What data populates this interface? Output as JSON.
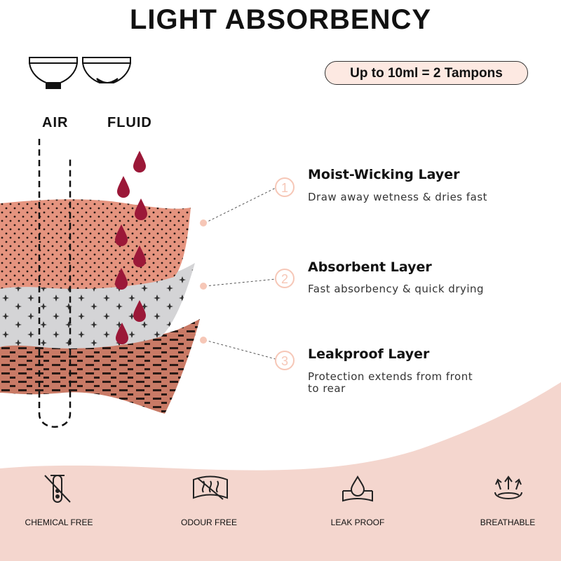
{
  "title": "LIGHT ABSORBENCY",
  "badge": "Up to 10ml = 2 Tampons",
  "columns": {
    "air": "AIR",
    "fluid": "FLUID"
  },
  "layers": [
    {
      "number": "1",
      "title": "Moist-Wicking Layer",
      "desc": "Draw away wetness & dries fast",
      "color": "#e5947f"
    },
    {
      "number": "2",
      "title": "Absorbent Layer",
      "desc": "Fast absorbency & quick drying",
      "color": "#d4d4d6"
    },
    {
      "number": "3",
      "title": "Leakproof Layer",
      "desc": "Protection extends from front to rear",
      "color": "#c97a66"
    }
  ],
  "features": [
    {
      "label": "CHEMICAL FREE",
      "icon": "test-tube-crossed-icon"
    },
    {
      "label": "ODOUR FREE",
      "icon": "odour-crossed-icon"
    },
    {
      "label": "LEAK PROOF",
      "icon": "droplet-shield-icon"
    },
    {
      "label": "BREATHABLE",
      "icon": "breathable-arrows-icon"
    }
  ],
  "colors": {
    "drop": "#9b1838",
    "bottom_band": "#f4d6ce",
    "accent": "#f6c7b7"
  }
}
